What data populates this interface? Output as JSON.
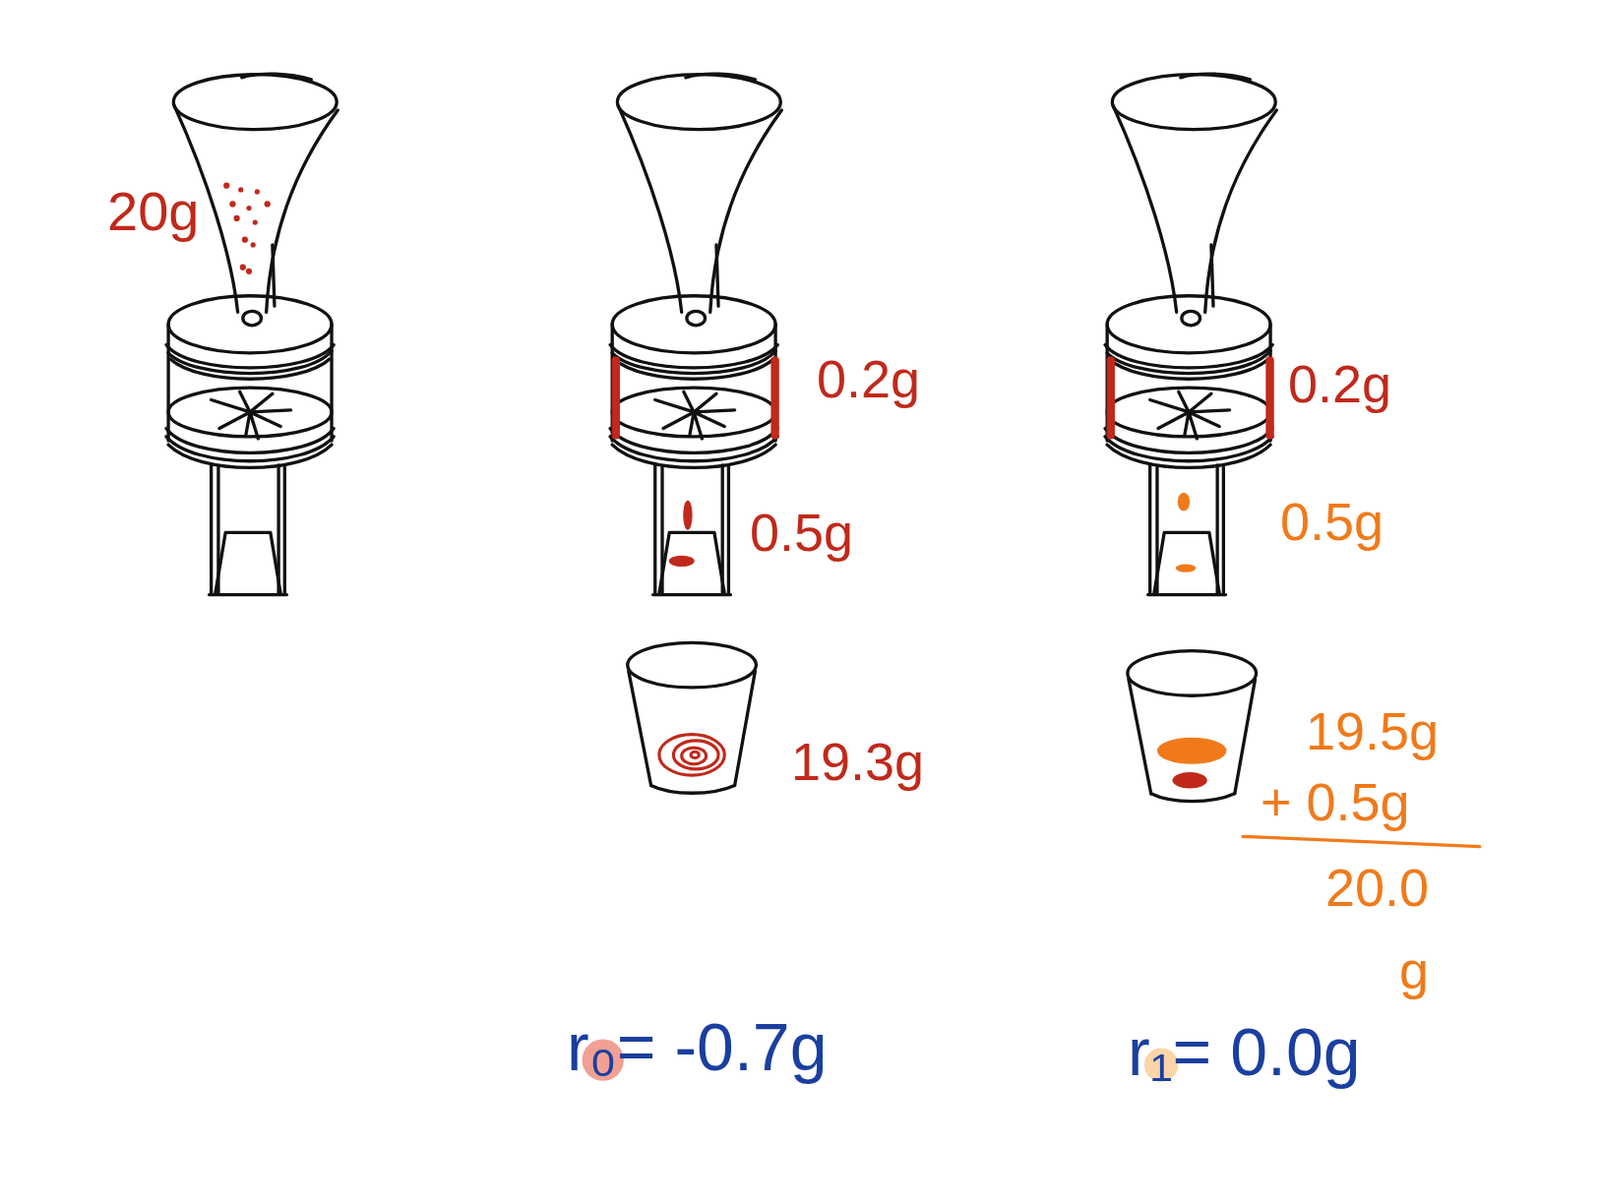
{
  "diagram": {
    "labels": [
      "20g",
      "0.2g",
      "0.5g",
      "19.3g",
      "r₀= -0.7g",
      "0.2g",
      "0.5g",
      "19.5g",
      "+ 0.5g",
      "20.0 g",
      "r₁= 0.0g"
    ]
  }
}
